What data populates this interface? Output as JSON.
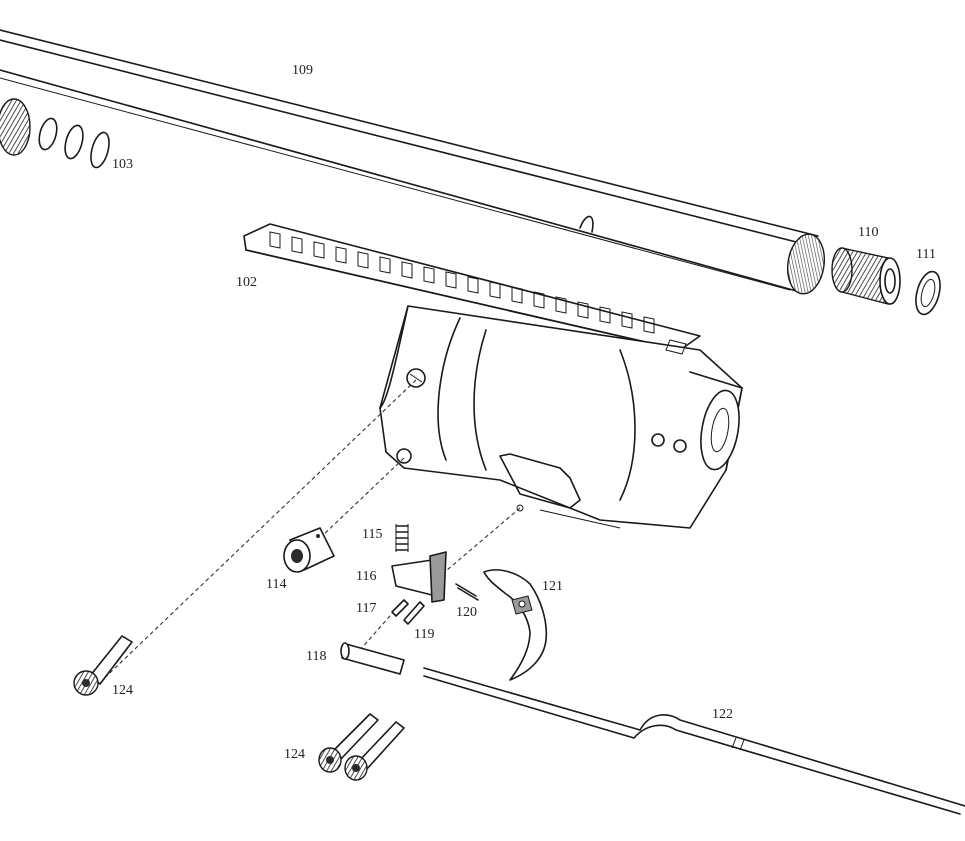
{
  "parts": [
    {
      "id": "label-109",
      "label": "109"
    },
    {
      "id": "label-103",
      "label": "103"
    },
    {
      "id": "label-102",
      "label": "102"
    },
    {
      "id": "label-110",
      "label": "110"
    },
    {
      "id": "label-111",
      "label": "111"
    },
    {
      "id": "label-115",
      "label": "115"
    },
    {
      "id": "label-114",
      "label": "114"
    },
    {
      "id": "label-116",
      "label": "116"
    },
    {
      "id": "label-121",
      "label": "121"
    },
    {
      "id": "label-117",
      "label": "117"
    },
    {
      "id": "label-120",
      "label": "120"
    },
    {
      "id": "label-119",
      "label": "119"
    },
    {
      "id": "label-118",
      "label": "118"
    },
    {
      "id": "label-124a",
      "label": "124"
    },
    {
      "id": "label-122",
      "label": "122"
    },
    {
      "id": "label-124b",
      "label": "124"
    }
  ]
}
